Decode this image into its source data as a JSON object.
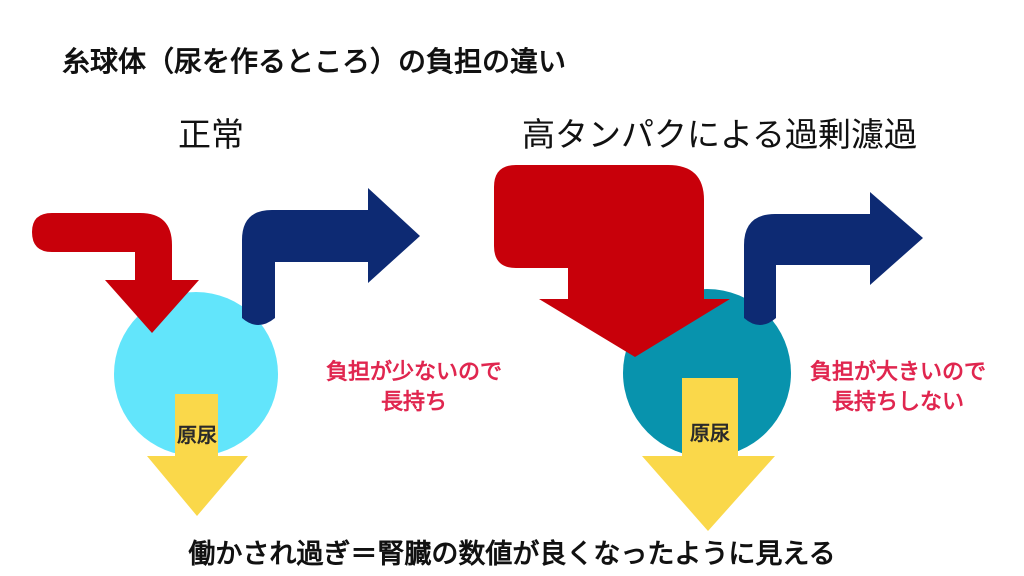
{
  "title": "糸球体（尿を作るところ）の負担の違い",
  "panels": [
    {
      "label": "正常",
      "urine_label": "原尿",
      "note_line1": "負担が少ないので",
      "note_line2": "長持ち"
    },
    {
      "label": "高タンパクによる過剰濾過",
      "urine_label": "原尿",
      "note_line1": "負担が大きいので",
      "note_line2": "長持ちしない"
    }
  ],
  "footer": "働かされ過ぎ＝腎臓の数値が良くなったように見える",
  "colors": {
    "inflow": "#c8000a",
    "outflow": "#0d2a73",
    "glomerulus_normal": "#62e5fb",
    "glomerulus_overload": "#0893ad",
    "urine": "#fad84a",
    "note_text": "#e0264f"
  }
}
